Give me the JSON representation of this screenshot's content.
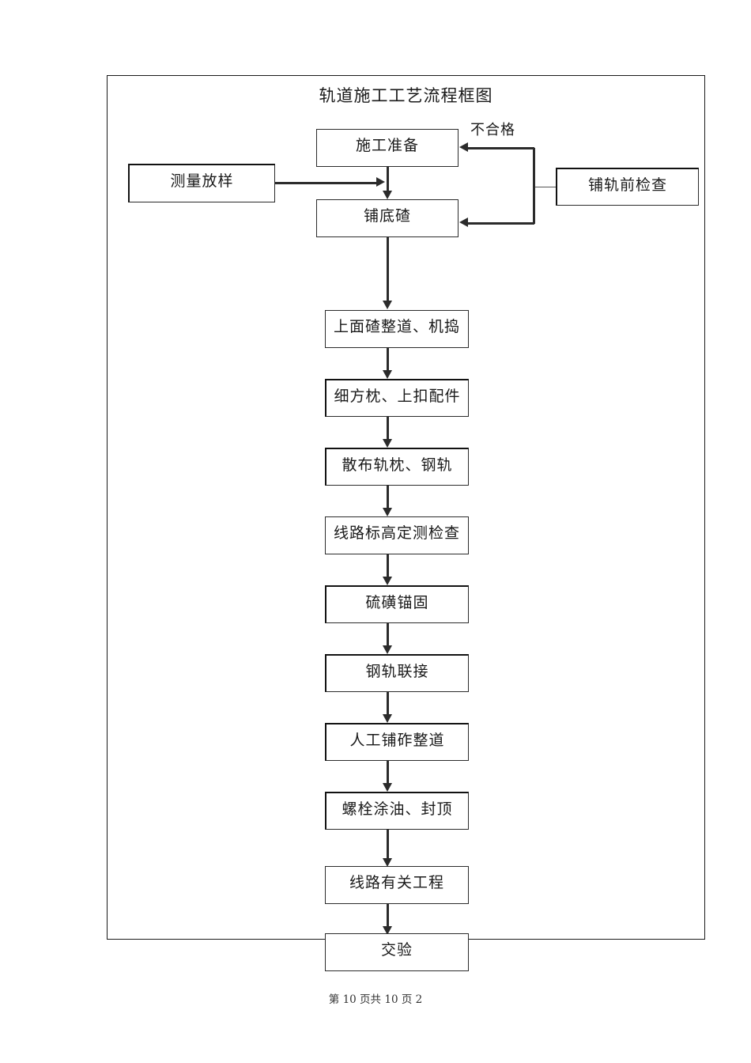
{
  "document": {
    "title": "轨道施工工艺流程框图",
    "footer": "第 10 页共 10 页 2"
  },
  "flowchart": {
    "type": "flowchart",
    "orientation": "top-to-bottom",
    "nodes": [
      {
        "id": "prep",
        "label": "施工准备",
        "column": "main",
        "order": 1
      },
      {
        "id": "survey",
        "label": "测量放样",
        "column": "left",
        "order": 1
      },
      {
        "id": "ballast",
        "label": "铺底碴",
        "column": "main",
        "order": 2
      },
      {
        "id": "precheck",
        "label": "铺轨前检查",
        "column": "right",
        "order": 1
      },
      {
        "id": "topballast",
        "label": "上面碴整道、机捣",
        "column": "main",
        "order": 3
      },
      {
        "id": "sleeper",
        "label": "细方枕、上扣配件",
        "column": "main",
        "order": 4
      },
      {
        "id": "spread",
        "label": "散布轨枕、钢轨",
        "column": "main",
        "order": 5
      },
      {
        "id": "elevation",
        "label": "线路标高定测检查",
        "column": "main",
        "order": 6
      },
      {
        "id": "sulphur",
        "label": "硫磺锚固",
        "column": "main",
        "order": 7
      },
      {
        "id": "railjoin",
        "label": "钢轨联接",
        "column": "main",
        "order": 8
      },
      {
        "id": "manual",
        "label": "人工铺砟整道",
        "column": "main",
        "order": 9
      },
      {
        "id": "bolt",
        "label": "螺栓涂油、封顶",
        "column": "main",
        "order": 10
      },
      {
        "id": "related",
        "label": "线路有关工程",
        "column": "main",
        "order": 11
      },
      {
        "id": "handover",
        "label": "交验",
        "column": "main",
        "order": 12
      }
    ],
    "edges": [
      {
        "from": "prep",
        "to": "ballast",
        "label": ""
      },
      {
        "from": "survey",
        "to": "ballast",
        "label": ""
      },
      {
        "from": "precheck",
        "to": "prep",
        "label": "不合格"
      },
      {
        "from": "precheck",
        "to": "ballast",
        "label": ""
      },
      {
        "from": "ballast",
        "to": "topballast",
        "label": ""
      },
      {
        "from": "topballast",
        "to": "sleeper",
        "label": ""
      },
      {
        "from": "sleeper",
        "to": "spread",
        "label": ""
      },
      {
        "from": "spread",
        "to": "elevation",
        "label": ""
      },
      {
        "from": "elevation",
        "to": "sulphur",
        "label": ""
      },
      {
        "from": "sulphur",
        "to": "railjoin",
        "label": ""
      },
      {
        "from": "railjoin",
        "to": "manual",
        "label": ""
      },
      {
        "from": "manual",
        "to": "bolt",
        "label": ""
      },
      {
        "from": "bolt",
        "to": "related",
        "label": ""
      },
      {
        "from": "related",
        "to": "handover",
        "label": ""
      }
    ],
    "labels": {
      "reject": "不合格"
    },
    "colors": {
      "line": "#2b2b2b",
      "border": "#1a1a1a",
      "text": "#1a1a1a",
      "background": "#ffffff"
    }
  }
}
